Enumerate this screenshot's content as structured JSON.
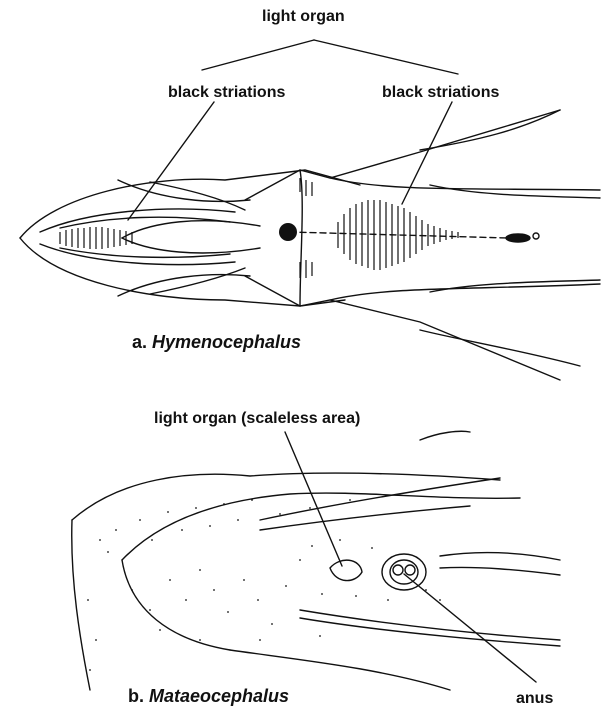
{
  "figure_a": {
    "top_label": "light organ",
    "left_label": "black striations",
    "right_label": "black striations",
    "caption_prefix": "a. ",
    "caption_genus": "Hymenocephalus"
  },
  "figure_b": {
    "top_label": "light organ (scaleless area)",
    "caption_prefix": "b. ",
    "caption_genus": "Mataeocephalus",
    "anus_label": "anus"
  },
  "colors": {
    "ink": "#111111",
    "background": "#ffffff"
  }
}
